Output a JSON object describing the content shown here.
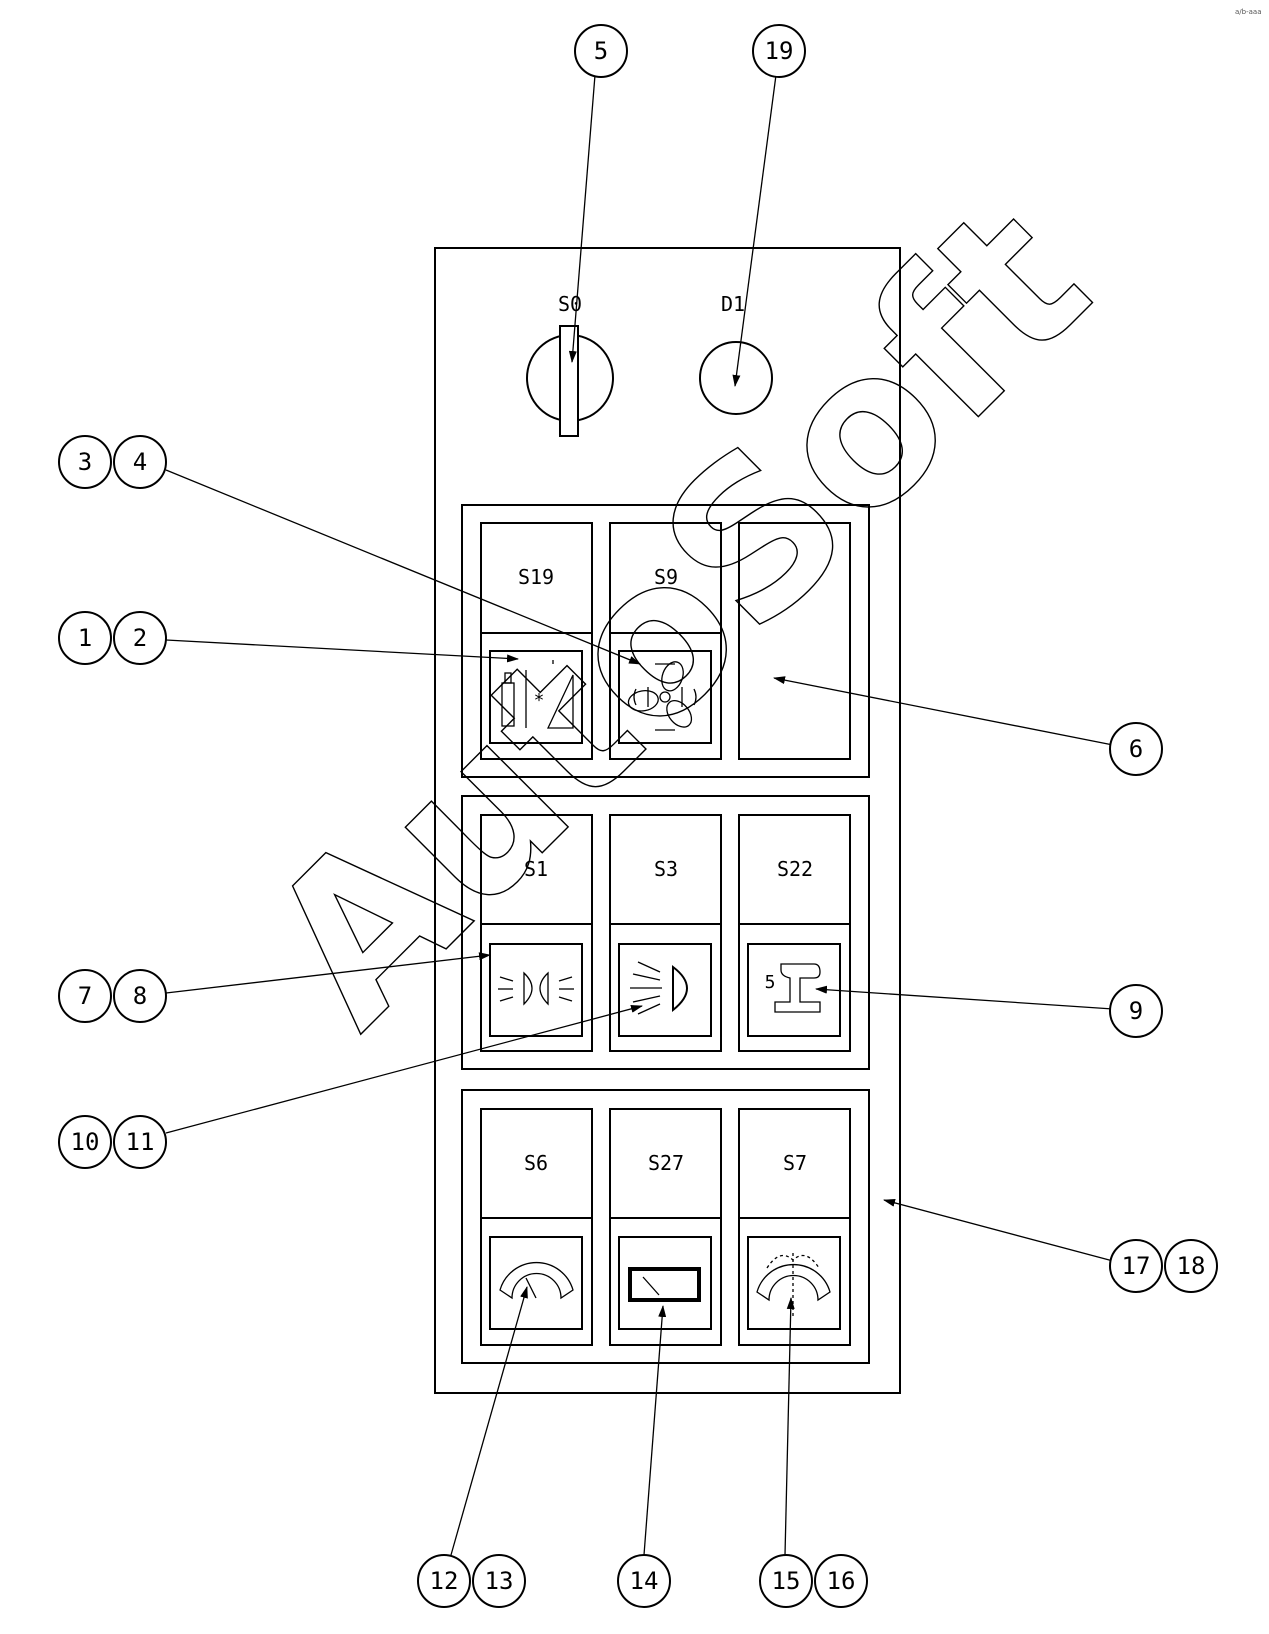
{
  "watermark": "AutoSoft",
  "corner_mark": "a/b-aaa",
  "top_labels": {
    "key_switch": "S0",
    "indicator": "D1"
  },
  "switches": {
    "row1": [
      {
        "label": "S19",
        "icon": "lift-tilt-icon"
      },
      {
        "label": "S9",
        "icon": "beacon-icon"
      },
      {
        "label": "",
        "icon": "blank"
      }
    ],
    "row2": [
      {
        "label": "S1",
        "icon": "side-lights-icon"
      },
      {
        "label": "S3",
        "icon": "headlight-icon"
      },
      {
        "label": "S22",
        "icon": "rail-icon"
      }
    ],
    "row3": [
      {
        "label": "S6",
        "icon": "gauge-arc-icon"
      },
      {
        "label": "S27",
        "icon": "rectangle-icon"
      },
      {
        "label": "S7",
        "icon": "wiper-arc-icon"
      }
    ]
  },
  "rail_icon_digit": "5",
  "callouts": {
    "c5": "5",
    "c19": "19",
    "c3": "3",
    "c4": "4",
    "c1": "1",
    "c2": "2",
    "c6": "6",
    "c7": "7",
    "c8": "8",
    "c9": "9",
    "c10": "10",
    "c11": "11",
    "c17": "17",
    "c18": "18",
    "c12": "12",
    "c13": "13",
    "c14": "14",
    "c15": "15",
    "c16": "16"
  }
}
